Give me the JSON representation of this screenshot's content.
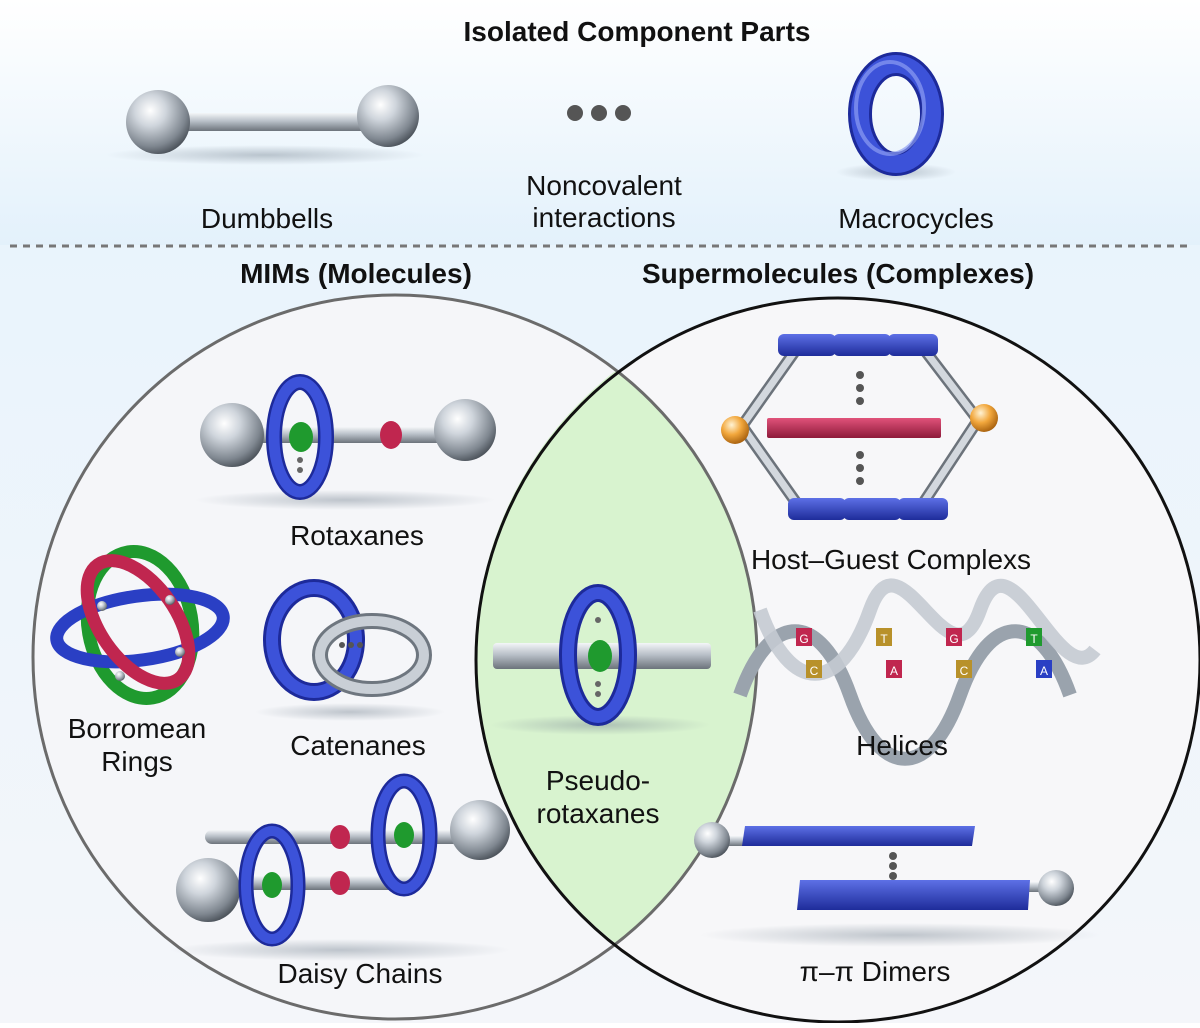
{
  "top_section": {
    "title": "Isolated Component Parts",
    "dumbbells_label": "Dumbbells",
    "interactions_label_line1": "Noncovalent",
    "interactions_label_line2": "interactions",
    "macrocycles_label": "Macrocycles"
  },
  "venn": {
    "left_title": "MIMs (Molecules)",
    "right_title": "Supermolecules (Complexes)",
    "left_items": {
      "rotaxanes": "Rotaxanes",
      "borromean_line1": "Borromean",
      "borromean_line2": "Rings",
      "catenanes": "Catenanes",
      "daisy_chains": "Daisy Chains"
    },
    "overlap_item": {
      "line1": "Pseudo-",
      "line2": "rotaxanes"
    },
    "right_items": {
      "host_guest": "Host–Guest Complexs",
      "helices": "Helices",
      "dimers": "π–π Dimers"
    }
  },
  "dna_bases": [
    "G",
    "C",
    "T",
    "A",
    "G",
    "C",
    "T",
    "A"
  ],
  "colors": {
    "ring_blue": "#2a3fc4",
    "overlap_green": "#d8f3cf",
    "guest_red": "#c0264f",
    "accent_green": "#1f9a2e",
    "metal_silver": "#aab2bb",
    "node_gold": "#f0a03a"
  }
}
